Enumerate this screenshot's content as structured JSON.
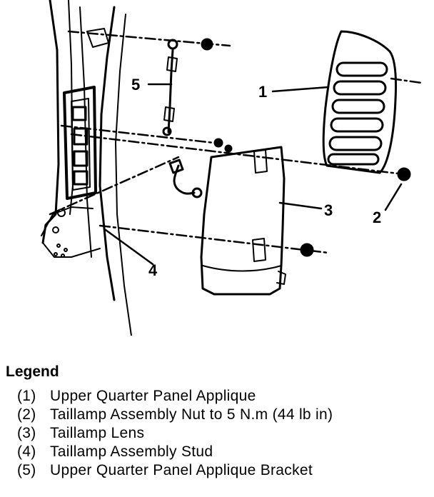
{
  "callouts": {
    "c1": "1",
    "c2": "2",
    "c3": "3",
    "c4": "4",
    "c5": "5"
  },
  "legend": {
    "title": "Legend",
    "items": [
      {
        "num": "(1)",
        "text": "Upper Quarter Panel Applique"
      },
      {
        "num": "(2)",
        "text": "Taillamp Assembly Nut to 5 N.m (44 lb in)"
      },
      {
        "num": "(3)",
        "text": "Taillamp Lens"
      },
      {
        "num": "(4)",
        "text": "Taillamp Assembly Stud"
      },
      {
        "num": "(5)",
        "text": "Upper Quarter Panel Applique Bracket"
      }
    ]
  }
}
